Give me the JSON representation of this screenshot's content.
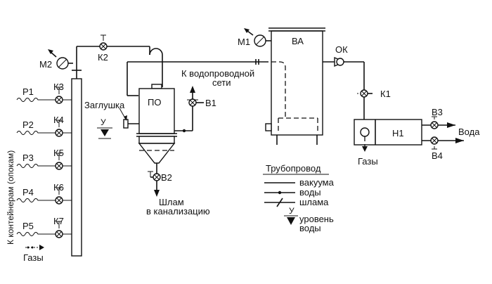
{
  "labels": {
    "m1": "М1",
    "m2": "М2",
    "va": "ВА",
    "ok": "ОК",
    "k1": "К1",
    "k2": "К2",
    "k3": "К3",
    "k4": "К4",
    "k5": "К5",
    "k6": "К6",
    "k7": "К7",
    "p1": "Р1",
    "p2": "Р2",
    "p3": "Р3",
    "p4": "Р4",
    "p5": "Р5",
    "po": "ПО",
    "v1": "В1",
    "v2": "В2",
    "v3": "В3",
    "v4": "В4",
    "n1": "Н1",
    "water_supply_line1": "К водопроводной",
    "water_supply_line2": "сети",
    "plug": "Заглушка",
    "level_mark": "У",
    "sludge_line1": "Шлам",
    "sludge_line2": "в канализацию",
    "containers": "К контейнерам (опокам)",
    "gases_left": "Газы",
    "gases_pump": "Газы",
    "water": "Вода"
  },
  "legend": {
    "title": "Трубопровод",
    "vacuum": "вакуума",
    "water": "воды",
    "sludge": "шлама",
    "level_mark": "У",
    "level_line1": "уровень",
    "level_line2": "воды"
  }
}
